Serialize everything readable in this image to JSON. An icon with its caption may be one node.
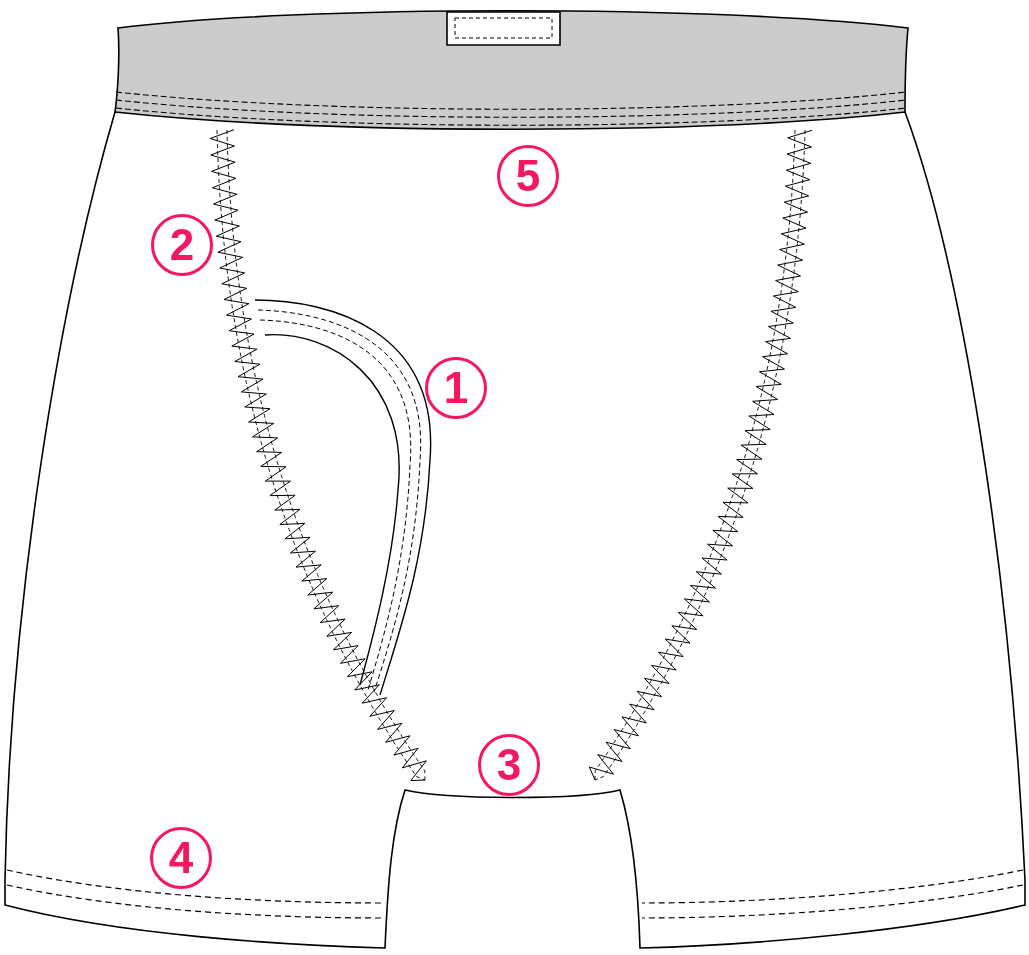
{
  "diagram": {
    "labels": [
      "5",
      "2",
      "1",
      "3",
      "4"
    ]
  }
}
